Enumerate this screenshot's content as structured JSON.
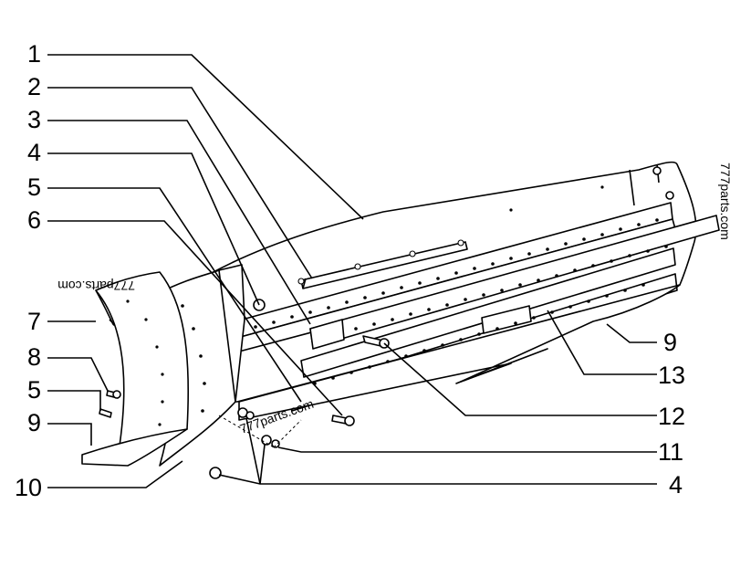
{
  "callouts": {
    "c1": "1",
    "c2": "2",
    "c3": "3",
    "c4a": "4",
    "c5a": "5",
    "c6": "6",
    "c7": "7",
    "c8": "8",
    "c5b": "5",
    "c9a": "9",
    "c10": "10",
    "c9b": "9",
    "c13": "13",
    "c12": "12",
    "c11": "11",
    "c4b": "4"
  },
  "watermarks": {
    "right": "777parts.com",
    "center": "777parts.com",
    "left": "777parts.com"
  }
}
